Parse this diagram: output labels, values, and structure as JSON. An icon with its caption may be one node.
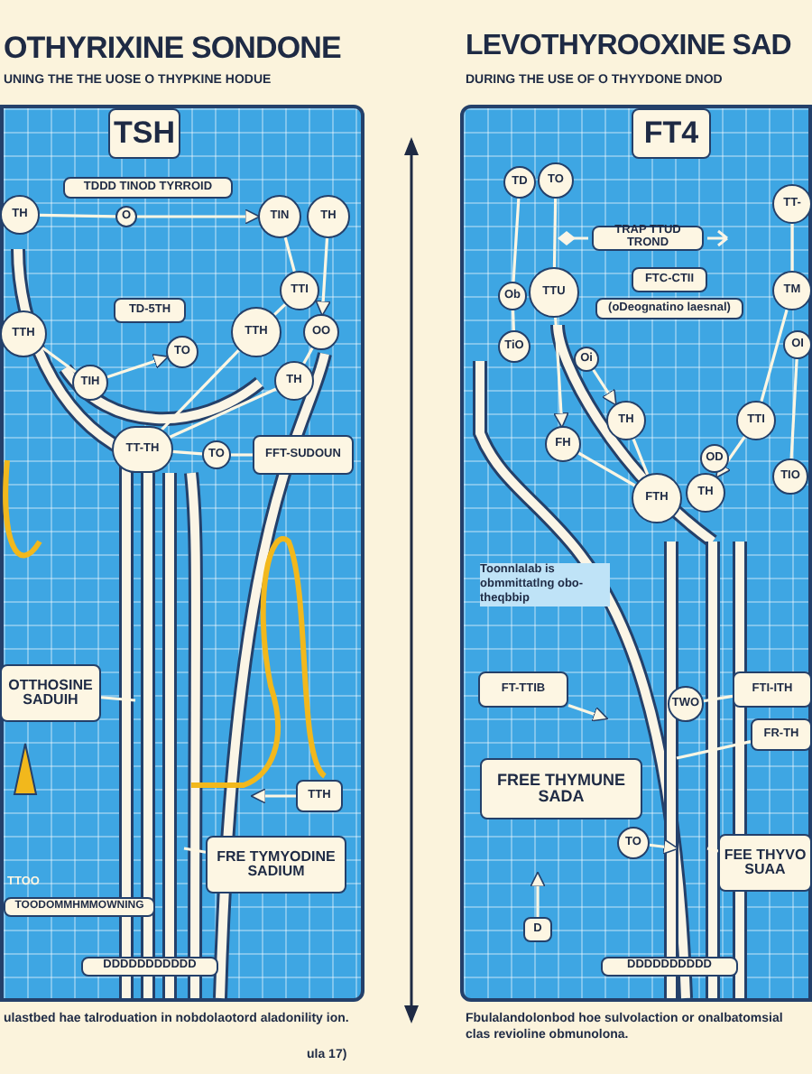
{
  "diagram": {
    "nodes": [
      {
        "text": [
          "TSH"
        ]
      },
      {
        "text": [
          "TDDD TINOD TYRROID"
        ]
      },
      {
        "text": [
          "TH"
        ]
      },
      {
        "text": [
          "O"
        ]
      },
      {
        "text": [
          "TIN"
        ]
      },
      {
        "text": [
          "TH"
        ]
      },
      {
        "text": [
          "TTI"
        ]
      },
      {
        "text": [
          "TD-5TH"
        ]
      },
      {
        "text": [
          "TTH"
        ]
      },
      {
        "text": [
          "TTH"
        ]
      },
      {
        "text": [
          "OO"
        ]
      },
      {
        "text": [
          "TIH"
        ]
      },
      {
        "text": [
          "TO"
        ]
      },
      {
        "text": [
          "TH"
        ]
      },
      {
        "text": [
          "TT-TH"
        ]
      },
      {
        "text": [
          "TO"
        ]
      },
      {
        "text": [
          "FFT-SUDOUN"
        ]
      },
      {
        "text": [
          "OTTHOSINE SADUIH"
        ]
      },
      {
        "text": [
          "TTH"
        ]
      },
      {
        "text": [
          "FRE TYMYODINE SADIUM"
        ]
      },
      {
        "text": [
          "TOODOMMHMMOWNING"
        ]
      },
      {
        "text": [
          "DDDDDDDDDDD"
        ]
      },
      {
        "text": [
          "FT4"
        ]
      },
      {
        "text": [
          "TD"
        ]
      },
      {
        "text": [
          "TO"
        ]
      },
      {
        "text": [
          "TRAP TTUD TROND"
        ]
      },
      {
        "text": [
          "TT-"
        ]
      },
      {
        "text": [
          "FTC-CTII"
        ]
      },
      {
        "text": [
          "(oDeognatino laesnal)"
        ]
      },
      {
        "text": [
          "Ob"
        ]
      },
      {
        "text": [
          "TTU"
        ]
      },
      {
        "text": [
          "TM"
        ]
      },
      {
        "text": [
          "TiO"
        ]
      },
      {
        "text": [
          "Oi"
        ]
      },
      {
        "text": [
          "OI"
        ]
      },
      {
        "text": [
          "FH"
        ]
      },
      {
        "text": [
          "TH"
        ]
      },
      {
        "text": [
          "OD"
        ]
      },
      {
        "text": [
          "TTI"
        ]
      },
      {
        "text": [
          "FTH"
        ]
      },
      {
        "text": [
          "TH"
        ]
      },
      {
        "text": [
          "TIO"
        ]
      },
      {
        "text": [
          "FT-TTIB"
        ]
      },
      {
        "text": [
          "FREE THYMUNE SADA"
        ]
      },
      {
        "text": [
          "TWO"
        ]
      },
      {
        "text": [
          "FTI-ITH"
        ]
      },
      {
        "text": [
          "FR-TH"
        ]
      },
      {
        "text": [
          "TO"
        ]
      },
      {
        "text": [
          "FEE THYVO SUAA"
        ]
      },
      {
        "text": [
          "D"
        ]
      },
      {
        "text": [
          "DDDDDDDDDD"
        ]
      }
    ],
    "edges": [
      {
        "from": 2,
        "to": 3,
        "arrow": "none"
      },
      {
        "from": 3,
        "to": 4,
        "arrow": "to"
      },
      {
        "from": 4,
        "to": 6,
        "arrow": "none"
      },
      {
        "from": 5,
        "to": 10,
        "arrow": "to"
      },
      {
        "from": 8,
        "to": 11,
        "arrow": "none"
      },
      {
        "from": 11,
        "to": 12,
        "arrow": "to"
      },
      {
        "from": 6,
        "to": 9,
        "arrow": "none"
      },
      {
        "from": 9,
        "to": 14,
        "arrow": "none"
      },
      {
        "from": 10,
        "to": 13,
        "arrow": "none"
      },
      {
        "from": 13,
        "to": 14,
        "arrow": "none"
      },
      {
        "from": 14,
        "to": 15,
        "arrow": "none"
      },
      {
        "from": 15,
        "to": 16,
        "arrow": "none"
      },
      {
        "from": 17,
        "to": null,
        "arrow": "none"
      },
      {
        "from": 18,
        "to": null,
        "arrow": "to"
      },
      {
        "from": null,
        "to": 19,
        "arrow": "none"
      },
      {
        "from": 23,
        "to": 29,
        "arrow": "none"
      },
      {
        "from": 24,
        "to": 30,
        "arrow": "none"
      },
      {
        "from": 29,
        "to": 32,
        "arrow": "none"
      },
      {
        "from": 30,
        "to": 35,
        "arrow": "to"
      },
      {
        "from": 35,
        "to": 39,
        "arrow": "none"
      },
      {
        "from": 36,
        "to": 39,
        "arrow": "none"
      },
      {
        "from": 33,
        "to": 36,
        "arrow": "to"
      },
      {
        "from": 26,
        "to": 31,
        "arrow": "none"
      },
      {
        "from": 31,
        "to": 38,
        "arrow": "none"
      },
      {
        "from": 38,
        "to": 40,
        "arrow": "to"
      },
      {
        "from": 34,
        "to": 41,
        "arrow": "none"
      },
      {
        "from": 42,
        "to": null,
        "arrow": "to"
      },
      {
        "from": 44,
        "to": 45,
        "arrow": "none"
      },
      {
        "from": null,
        "to": 46,
        "arrow": "none"
      },
      {
        "from": 47,
        "to": null,
        "arrow": "to"
      },
      {
        "from": null,
        "to": 48,
        "arrow": "none"
      },
      {
        "from": 49,
        "to": null,
        "arrow": "to"
      }
    ],
    "labels": [
      "OTHYRIXINE SONDONE",
      "UNING THE THE UOSE O THYPKINE HODUE",
      "LEVOTHYROOXINE SAD",
      "DURING THE USE OF O THYYDONE DNOD",
      "Toonnlalab is obmmittatlng obo-theqbbip",
      "TTOO",
      "ulastbed hae talroduation in nobdolaotord aladonility ion.",
      "ula 17)",
      "Fbulalandolonbod hoe sulvolaction or onalbatomsial clas revioline obmunolona."
    ]
  }
}
